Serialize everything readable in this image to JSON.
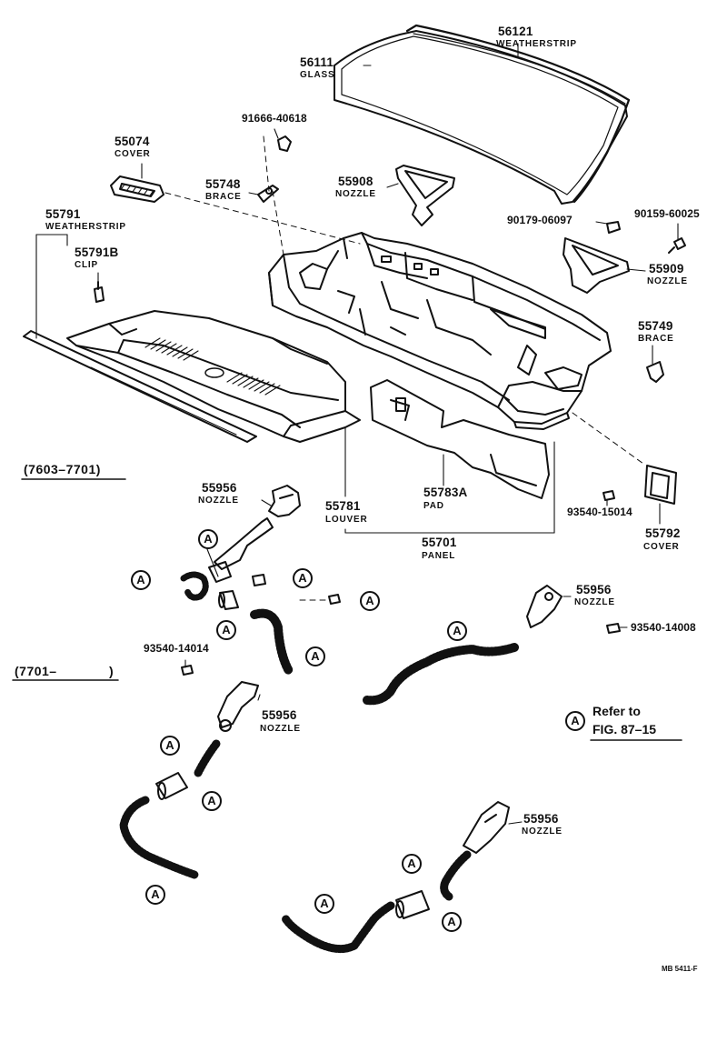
{
  "parts": {
    "p56121": {
      "num": "56121",
      "name": "WEATHERSTRIP"
    },
    "p56111": {
      "num": "56111",
      "name": "GLASS"
    },
    "p91666": {
      "num": "91666-40618"
    },
    "p55074": {
      "num": "55074",
      "name": "COVER"
    },
    "p55748": {
      "num": "55748",
      "name": "BRACE"
    },
    "p55908": {
      "num": "55908",
      "name": "NOZZLE"
    },
    "p90179": {
      "num": "90179-06097"
    },
    "p90159": {
      "num": "90159-60025"
    },
    "p55791": {
      "num": "55791",
      "name": "WEATHERSTRIP"
    },
    "p55791B": {
      "num": "55791B",
      "name": "CLIP"
    },
    "p55909": {
      "num": "55909",
      "name": "NOZZLE"
    },
    "p55749": {
      "num": "55749",
      "name": "BRACE"
    },
    "p55956a": {
      "num": "55956",
      "name": "NOZZLE"
    },
    "p55781": {
      "num": "55781",
      "name": "LOUVER"
    },
    "p55783A": {
      "num": "55783A",
      "name": "PAD"
    },
    "p93540_15014": {
      "num": "93540-15014"
    },
    "p55792": {
      "num": "55792",
      "name": "COVER"
    },
    "p55701": {
      "num": "55701",
      "name": "PANEL"
    },
    "p55956b": {
      "num": "55956",
      "name": "NOZZLE"
    },
    "p93540_14008": {
      "num": "93540-14008"
    },
    "p93540_14014": {
      "num": "93540-14014"
    },
    "p55956c": {
      "num": "55956",
      "name": "NOZZLE"
    },
    "p55956d": {
      "num": "55956",
      "name": "NOZZLE"
    }
  },
  "ranges": {
    "r1": "(7603–7701)",
    "r2": "(7701–"
  },
  "ref_symbol": "A",
  "reference": {
    "line1": "Refer to",
    "line2": "FIG. 87–15"
  },
  "code": "MB 5411-F"
}
